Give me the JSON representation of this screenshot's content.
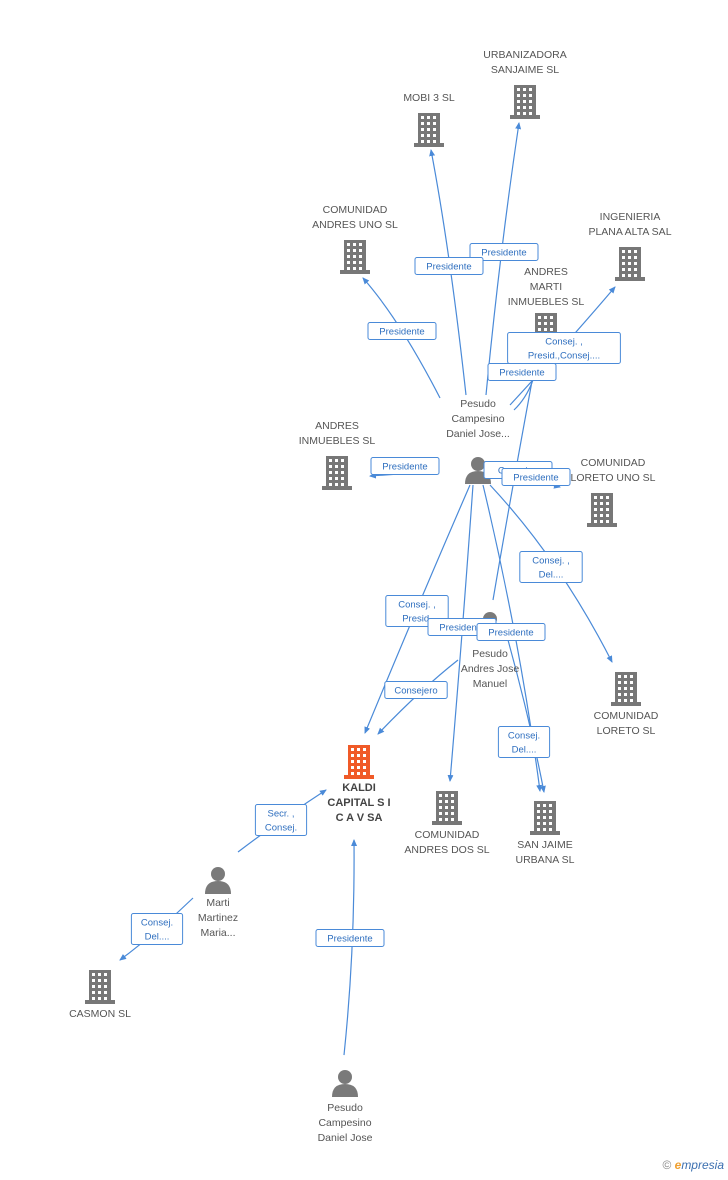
{
  "colors": {
    "company": "#777777",
    "main_company": "#f05a28",
    "person": "#7a7a7a",
    "edge": "#4a8ad8"
  },
  "nodes": [
    {
      "id": "urbanizadora",
      "type": "company",
      "icon": "building-icon",
      "lines": [
        "URBANIZADORA",
        "SANJAIME SL"
      ]
    },
    {
      "id": "mobi3",
      "type": "company",
      "icon": "building-icon",
      "lines": [
        "MOBI 3 SL"
      ]
    },
    {
      "id": "comunidad_uno",
      "type": "company",
      "icon": "building-icon",
      "lines": [
        "COMUNIDAD",
        "ANDRES UNO SL"
      ]
    },
    {
      "id": "ingenieria",
      "type": "company",
      "icon": "building-icon",
      "lines": [
        "INGENIERIA",
        "PLANA ALTA SAL"
      ]
    },
    {
      "id": "andres_marti",
      "type": "company",
      "icon": "building-icon",
      "lines": [
        "ANDRES",
        "MARTI",
        "INMUEBLES SL"
      ]
    },
    {
      "id": "andres_inmuebles",
      "type": "company",
      "icon": "building-icon",
      "lines": [
        "ANDRES",
        "INMUEBLES SL"
      ]
    },
    {
      "id": "pesudo_daniel_top",
      "type": "person",
      "icon": "person-icon",
      "lines": [
        "Pesudo",
        "Campesino",
        "Daniel Jose..."
      ]
    },
    {
      "id": "comunidad_loreto_uno",
      "type": "company",
      "icon": "building-icon",
      "lines": [
        "COMUNIDAD",
        "LORETO UNO SL"
      ]
    },
    {
      "id": "comunidad_loreto",
      "type": "company",
      "icon": "building-icon",
      "lines": [
        "COMUNIDAD",
        "LORETO SL"
      ]
    },
    {
      "id": "pesudo_andres",
      "type": "person",
      "icon": "person-icon",
      "lines": [
        "Pesudo",
        "Andres Jose",
        "Manuel"
      ]
    },
    {
      "id": "kaldi",
      "type": "main",
      "icon": "building-icon",
      "lines": [
        "KALDI",
        "CAPITAL S I",
        "C A V SA"
      ]
    },
    {
      "id": "comunidad_dos",
      "type": "company",
      "icon": "building-icon",
      "lines": [
        "COMUNIDAD",
        "ANDRES DOS SL"
      ]
    },
    {
      "id": "san_jaime",
      "type": "company",
      "icon": "building-icon",
      "lines": [
        "SAN JAIME",
        "URBANA SL"
      ]
    },
    {
      "id": "marti_martinez",
      "type": "person",
      "icon": "person-icon",
      "lines": [
        "Marti",
        "Martinez",
        "Maria..."
      ]
    },
    {
      "id": "casmon",
      "type": "company",
      "icon": "building-icon",
      "lines": [
        "CASMON SL"
      ]
    },
    {
      "id": "pesudo_daniel_bottom",
      "type": "person",
      "icon": "person-icon",
      "lines": [
        "Pesudo",
        "Campesino",
        "Daniel Jose"
      ]
    }
  ],
  "edges": [
    {
      "id": "e1",
      "lines": [
        "Presidente"
      ]
    },
    {
      "id": "e2",
      "lines": [
        "Presidente"
      ]
    },
    {
      "id": "e3",
      "lines": [
        "Presidente"
      ]
    },
    {
      "id": "e4",
      "lines": [
        "Consej. ,",
        "Presid.,Consej...."
      ]
    },
    {
      "id": "e5",
      "lines": [
        "Presidente"
      ]
    },
    {
      "id": "e6",
      "lines": [
        "Presidente"
      ]
    },
    {
      "id": "e7",
      "lines": [
        "Consej...."
      ]
    },
    {
      "id": "e8",
      "lines": [
        "Presidente"
      ]
    },
    {
      "id": "e9",
      "lines": [
        "Consej. ,",
        "Del...."
      ]
    },
    {
      "id": "e10",
      "lines": [
        "Consej. ,",
        "Presid."
      ]
    },
    {
      "id": "e11",
      "lines": [
        "Presidente"
      ]
    },
    {
      "id": "e12",
      "lines": [
        "Presidente"
      ]
    },
    {
      "id": "e13",
      "lines": [
        "Consejero"
      ]
    },
    {
      "id": "e14",
      "lines": [
        "Consej.",
        "Del...."
      ]
    },
    {
      "id": "e15",
      "lines": [
        "Secr. ,",
        "Consej."
      ]
    },
    {
      "id": "e16",
      "lines": [
        "Consej.",
        "Del...."
      ]
    },
    {
      "id": "e17",
      "lines": [
        "Presidente"
      ]
    }
  ],
  "footer": {
    "copyright": "©",
    "brand_initial": "e",
    "brand_rest": "mpresia"
  }
}
